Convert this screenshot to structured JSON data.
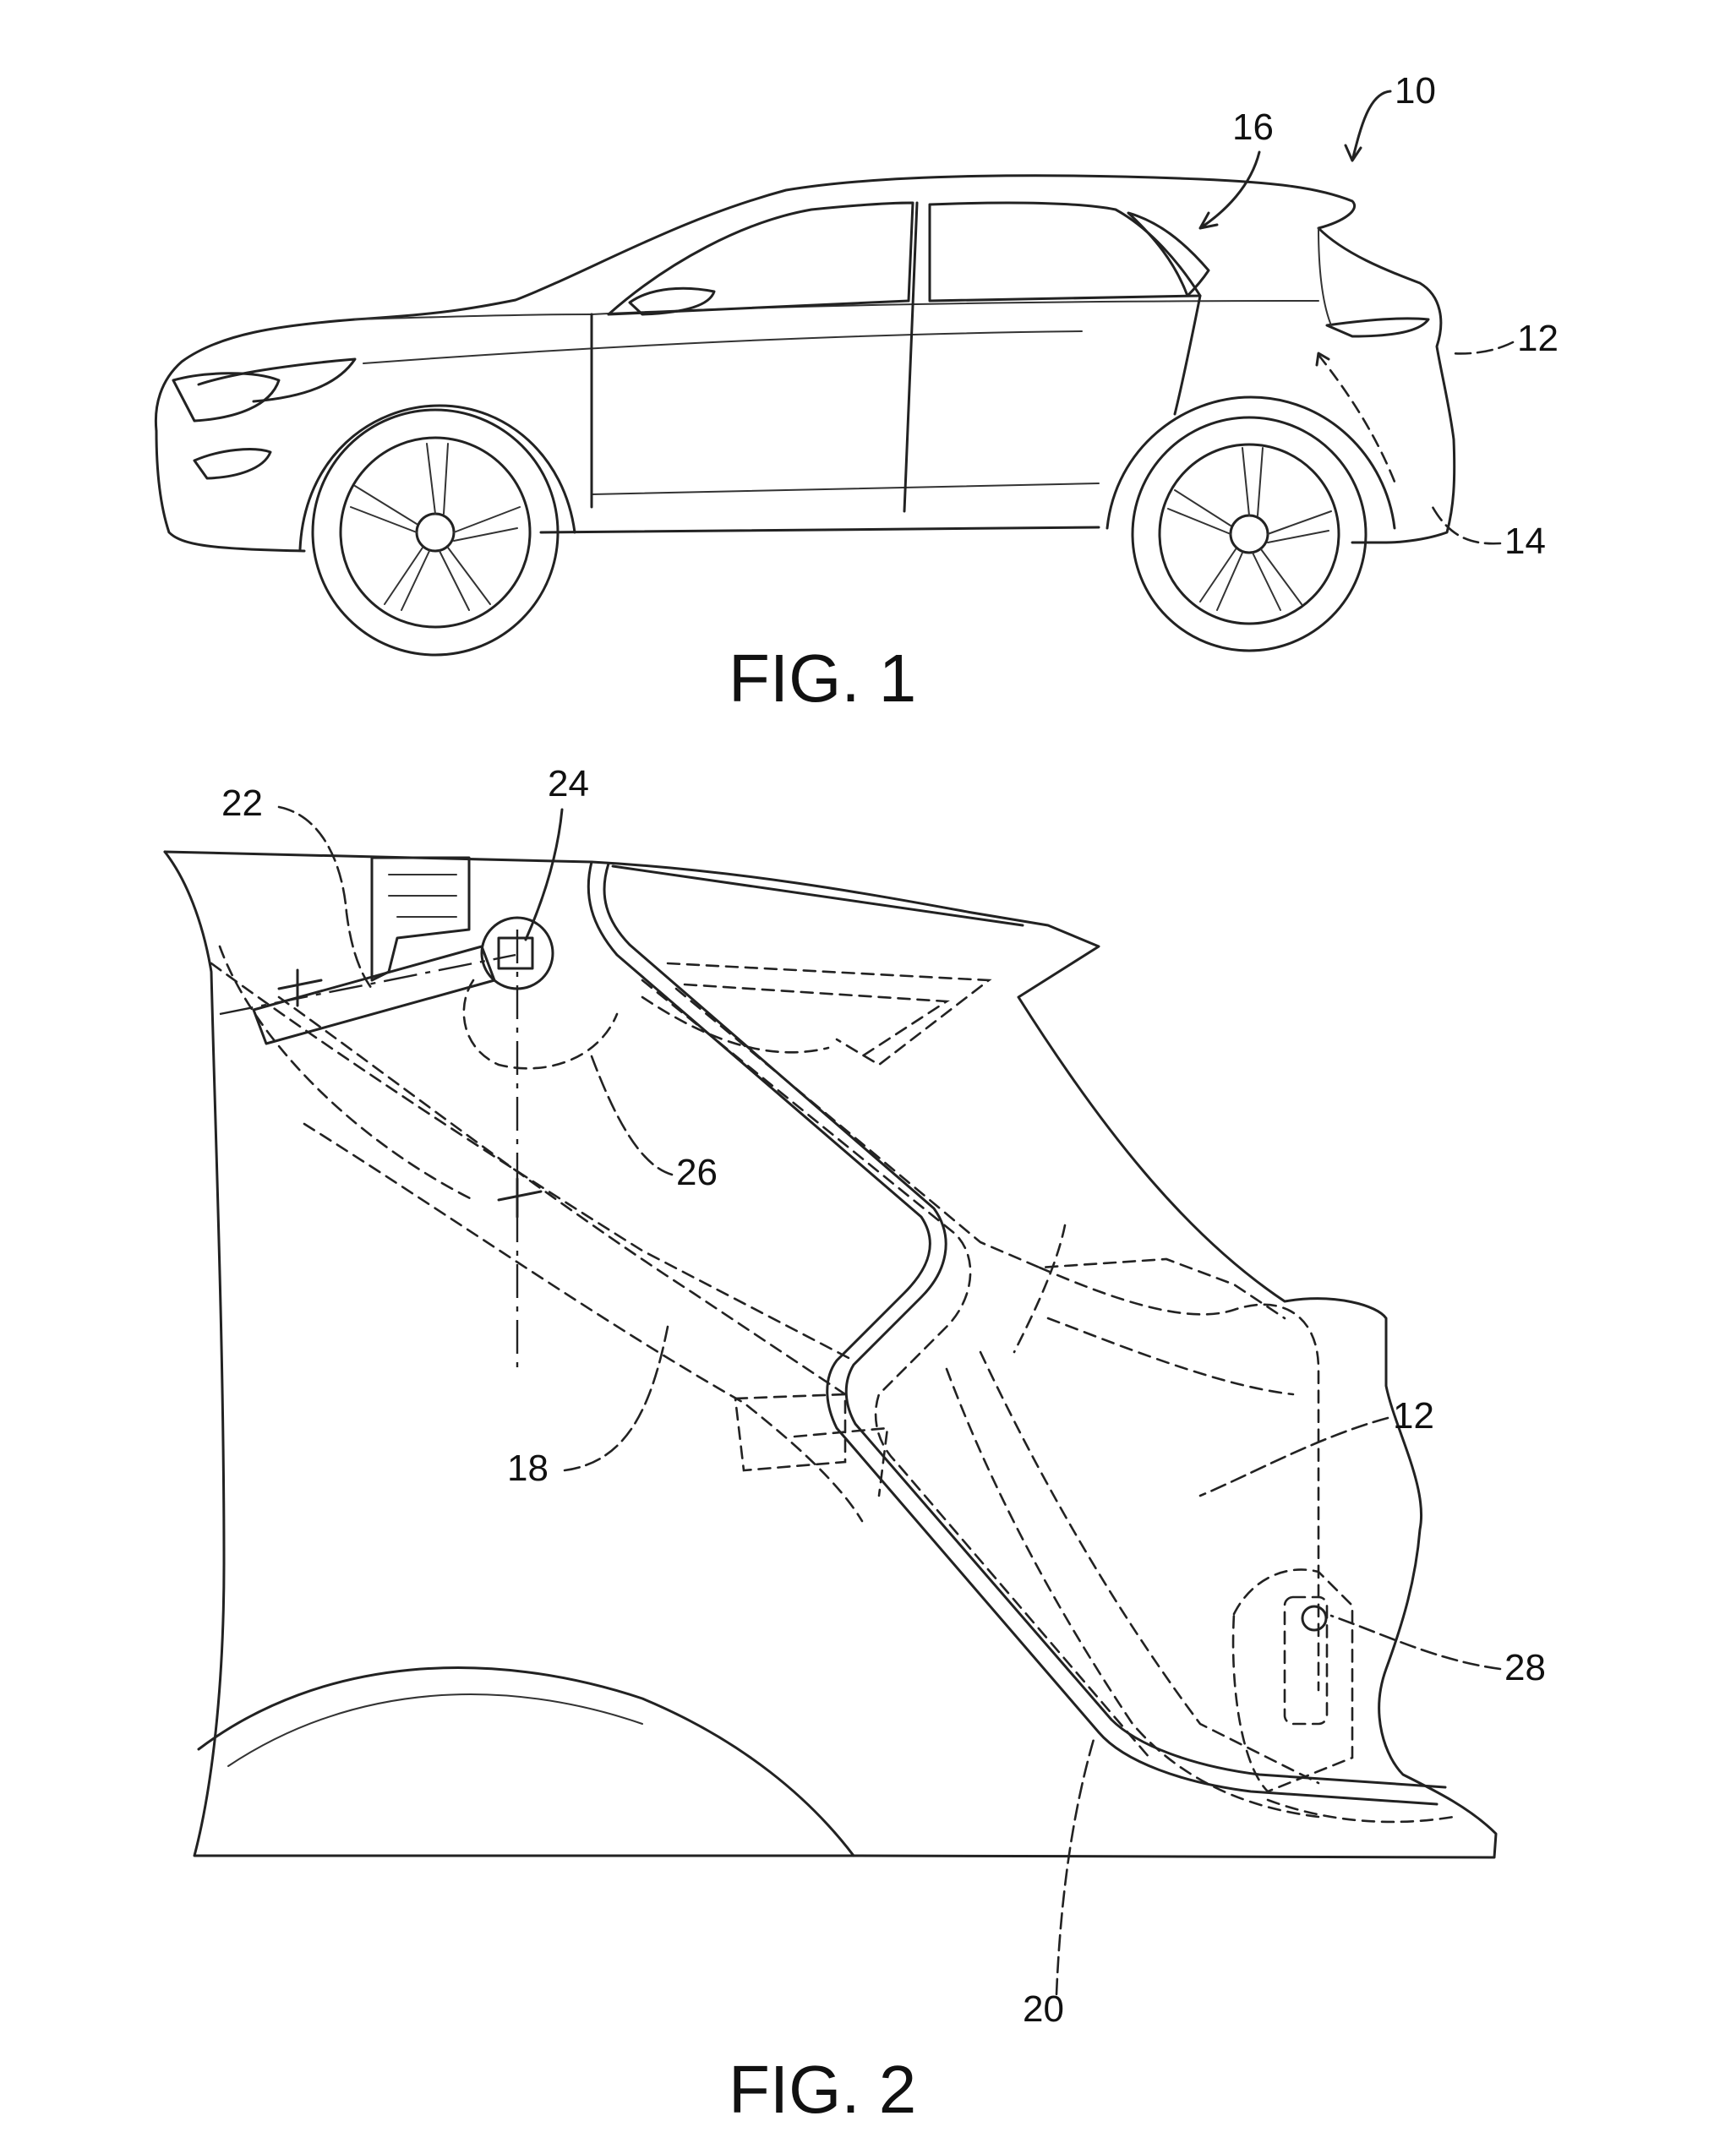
{
  "figures": [
    {
      "caption": "FIG. 1"
    },
    {
      "caption": "FIG. 2"
    }
  ],
  "labels": {
    "ref_10": "10",
    "ref_12_fig1": "12",
    "ref_14": "14",
    "ref_16": "16",
    "ref_22": "22",
    "ref_24": "24",
    "ref_26": "26",
    "ref_18": "18",
    "ref_12_fig2": "12",
    "ref_28": "28",
    "ref_20": "20"
  }
}
